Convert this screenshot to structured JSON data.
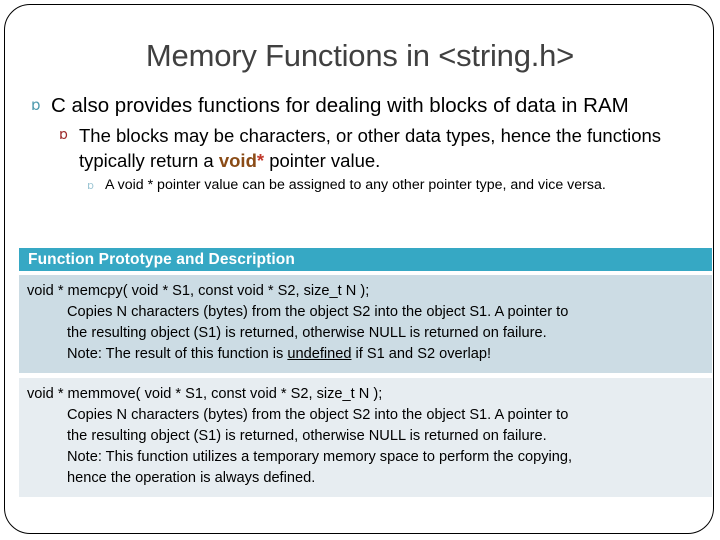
{
  "slide": {
    "title": "Memory Functions in <string.h>",
    "bullets": [
      {
        "level": 1,
        "glyph": "ɒ",
        "glyph_name": "fleuron-bullet-teal",
        "text_before": "C also provides functions for dealing with blocks of data in RAM",
        "text": "C also provides functions for dealing with blocks of data in RAM"
      },
      {
        "level": 2,
        "glyph": "ɒ",
        "glyph_name": "fleuron-bullet-maroon",
        "text_part1": "The blocks may be characters, or other data types, hence the functions typically return a ",
        "keyword": "void",
        "keyword_star": "*",
        "text_part2": " pointer value."
      },
      {
        "level": 3,
        "glyph": "ɒ",
        "glyph_name": "fleuron-bullet-pale",
        "text": "A void * pointer value can be assigned to any other pointer type, and vice versa."
      }
    ]
  },
  "table": {
    "header": "Function Prototype and Description",
    "rows": [
      {
        "prototype": "void * memcpy( void * S1, const void * S2, size_t N );",
        "desc_line1": "Copies N characters (bytes) from the object S2 into the object S1.  A pointer to",
        "desc_line2": "the resulting object (S1) is returned, otherwise NULL is returned on failure.",
        "note_prefix": "Note:  The result of this function is ",
        "note_underlined": "undefined",
        "note_suffix": " if S1 and S2 overlap!",
        "desc_line4": ""
      },
      {
        "prototype": "void * memmove( void * S1, const void * S2, size_t N );",
        "desc_line1": "Copies N characters (bytes) from the object S2 into the object S1.  A pointer to",
        "desc_line2": "the resulting object (S1) is returned, otherwise NULL is returned on failure.",
        "note_prefix": "Note:  This function utilizes a temporary memory space to perform the copying,",
        "note_underlined": "",
        "note_suffix": "",
        "desc_line4": "hence the operation is always defined."
      }
    ]
  },
  "colors": {
    "title_text": "#404040",
    "header_band": "#36a8c4",
    "row1_bg": "#ccdce4",
    "row2_bg": "#e7edf1",
    "bullet_l1": "#4d9aad",
    "bullet_l2": "#9e2a2b",
    "bullet_l3": "#9dc6d4",
    "keyword_void": "#8a4b16",
    "keyword_star": "#c0392b",
    "frame_border": "#000000"
  }
}
